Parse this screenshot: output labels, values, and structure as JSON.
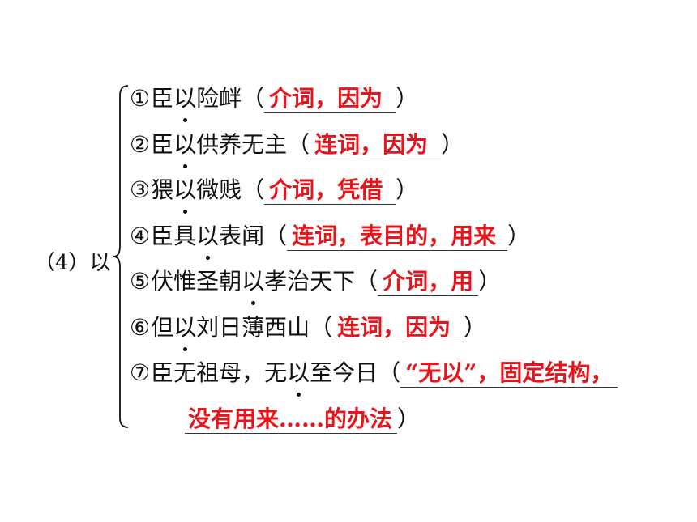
{
  "label": "（4）以",
  "items": [
    {
      "num": "①",
      "pre": "臣",
      "key": "以",
      "post": "险衅",
      "open": "（",
      "answer": "介词，因为",
      "close": "）"
    },
    {
      "num": "②",
      "pre": "臣",
      "key": "以",
      "post": "供养无主",
      "open": "（",
      "answer": "连词，因为",
      "close": "）"
    },
    {
      "num": "③",
      "pre": "猥",
      "key": "以",
      "post": "微贱",
      "open": "（",
      "answer": "介词，凭借",
      "close": "）"
    },
    {
      "num": "④",
      "pre": "臣具",
      "key": "以",
      "post": "表闻",
      "open": "（",
      "answer": "连词，表目的，用来",
      "close": "）"
    },
    {
      "num": "⑤",
      "pre": "伏惟圣朝",
      "key": "以",
      "post": "孝治天下",
      "open": "（",
      "answer": "介词，用",
      "close": "）"
    },
    {
      "num": "⑥",
      "pre": "但",
      "key": "以",
      "post": "刘日薄西山",
      "open": "（",
      "answer": "连词，因为",
      "close": "）"
    },
    {
      "num": "⑦",
      "pre": "臣无祖母，无",
      "key": "以",
      "post": "至今日",
      "open": "（",
      "answer": "“无以”，固定结构，",
      "close": ""
    }
  ],
  "continuation": {
    "answer": "没有用来……的办法",
    "close": "）"
  }
}
